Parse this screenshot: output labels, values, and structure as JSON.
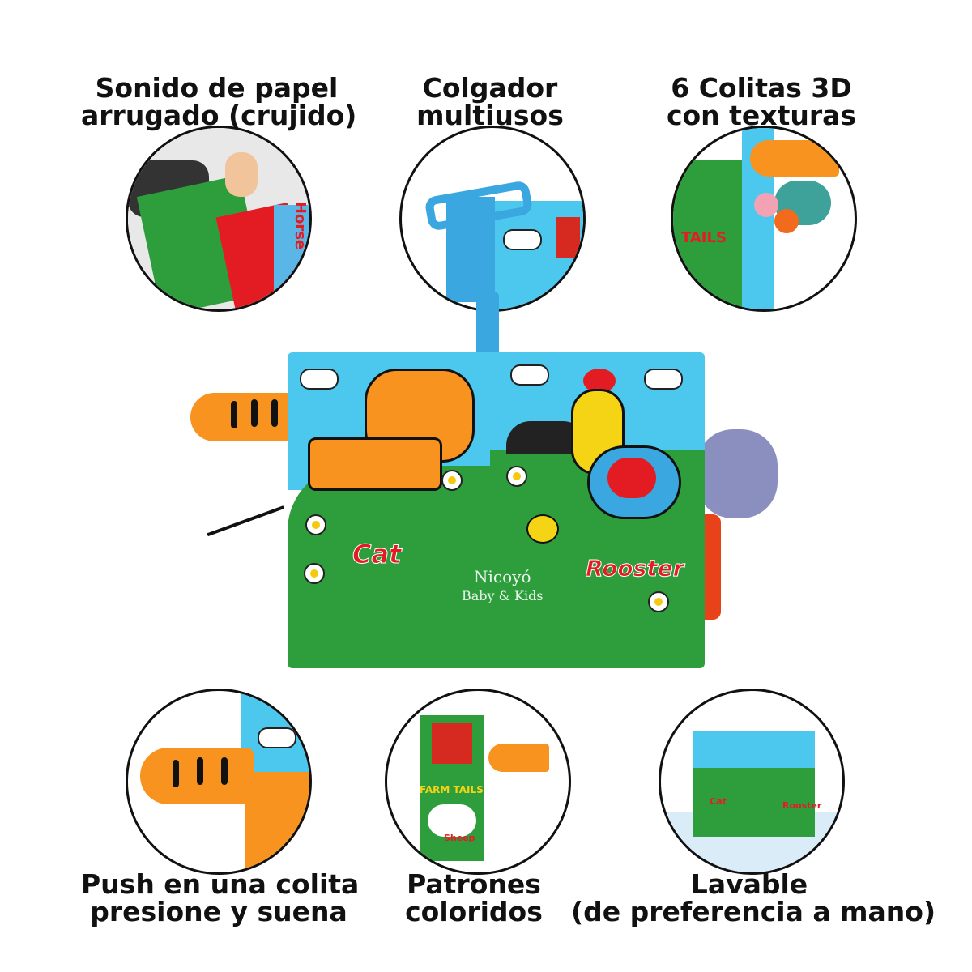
{
  "features": {
    "top_left": {
      "line1": "Sonido de papel",
      "line2": "arrugado (crujido)"
    },
    "top_middle": {
      "line1": "Colgador",
      "line2": "multiusos"
    },
    "top_right": {
      "line1": "6 Colitas 3D",
      "line2": "con texturas"
    },
    "bottom_left": {
      "line1": "Push en una colita",
      "line2": "presione y suena"
    },
    "bottom_middle": {
      "line1": "Patrones",
      "line2": "coloridos"
    },
    "bottom_right": {
      "line1": "Lavable",
      "line2": "(de preferencia a mano)"
    }
  },
  "book": {
    "left_page_label": "Cat",
    "right_page_label": "Rooster",
    "watermark_line1": "Nicoyó",
    "watermark_line2": "Baby & Kids"
  },
  "thumbnails": {
    "horse_label": "Horse",
    "tails_label": "TAILS",
    "cover_title": "FARM TAILS",
    "sheep_label": "Sheep",
    "mini_cat_label": "Cat",
    "mini_rooster_label": "Rooster"
  },
  "colors": {
    "sky": "#4cc8ee",
    "grass": "#2e9e3c",
    "tail": "#f7931e",
    "label_red": "#e31c23"
  }
}
